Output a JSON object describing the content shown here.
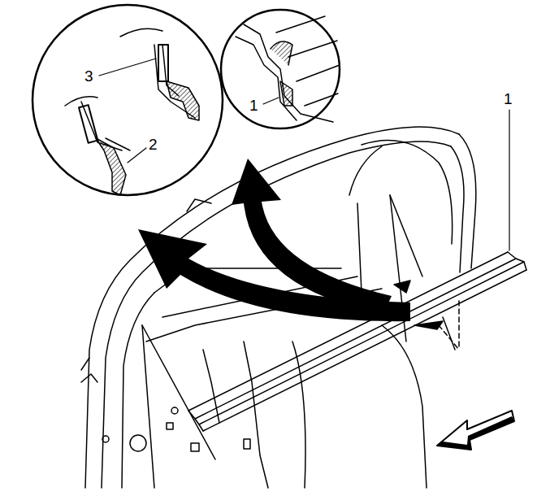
{
  "diagram": {
    "labels": [
      "3",
      "1",
      "1",
      "2"
    ]
  }
}
